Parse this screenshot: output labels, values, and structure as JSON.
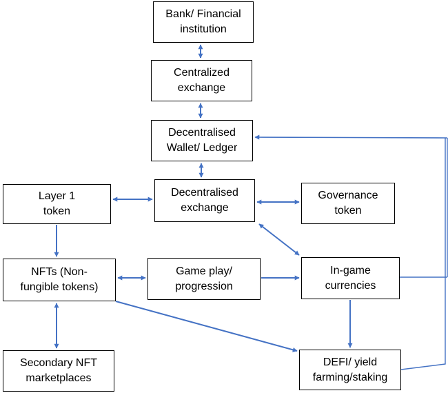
{
  "colors": {
    "arrow": "#4472c4",
    "box_border": "#000000",
    "text": "#000000"
  },
  "nodes": {
    "bank": "Bank/ Financial\ninstitution",
    "cex": "Centralized\nexchange",
    "wallet": "Decentralised\nWallet/ Ledger",
    "dex": "Decentralised\nexchange",
    "layer1": "Layer 1\ntoken",
    "governance": "Governance\ntoken",
    "nfts": "NFTs (Non-\nfungible tokens)",
    "gameplay": "Game play/\nprogression",
    "ingame": "In-game\ncurrencies",
    "secondary": "Secondary NFT\nmarketplaces",
    "defi": "DEFI/ yield\nfarming/staking"
  }
}
